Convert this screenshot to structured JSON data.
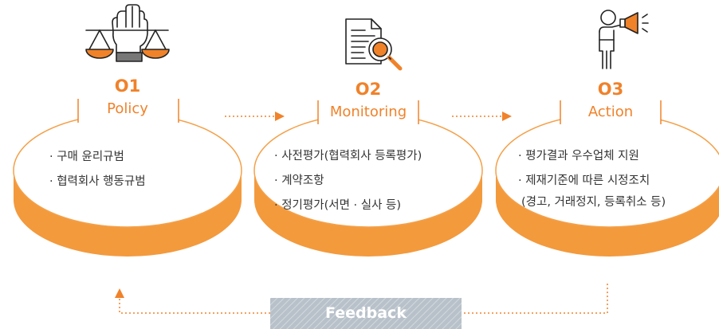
{
  "steps": [
    {
      "number": "O1",
      "title": "Policy",
      "items": [
        "· 구매 윤리규범",
        "· 협력회사 행동규범"
      ],
      "icon": "scales-fist-icon"
    },
    {
      "number": "O2",
      "title": "Monitoring",
      "items": [
        "· 사전평가(협력회사 등록평가)",
        "· 계약조항",
        "· 정기평가(서면 · 실사 등)"
      ],
      "icon": "document-magnifier-icon"
    },
    {
      "number": "O3",
      "title": "Action",
      "items": [
        "· 평가결과 우수업체 지원",
        "· 제재기준에 따른 시정조치",
        "(경고, 거래정지, 등록취소 등)"
      ],
      "icon": "person-megaphone-icon"
    }
  ],
  "feedback_label": "Feedback",
  "colors": {
    "accent": "#f0822a",
    "disk_side": "#f39a3d",
    "disk_top_stroke": "#f4a14a",
    "icon_dark": "#222222",
    "feedback_box": "#b8c1c9"
  }
}
